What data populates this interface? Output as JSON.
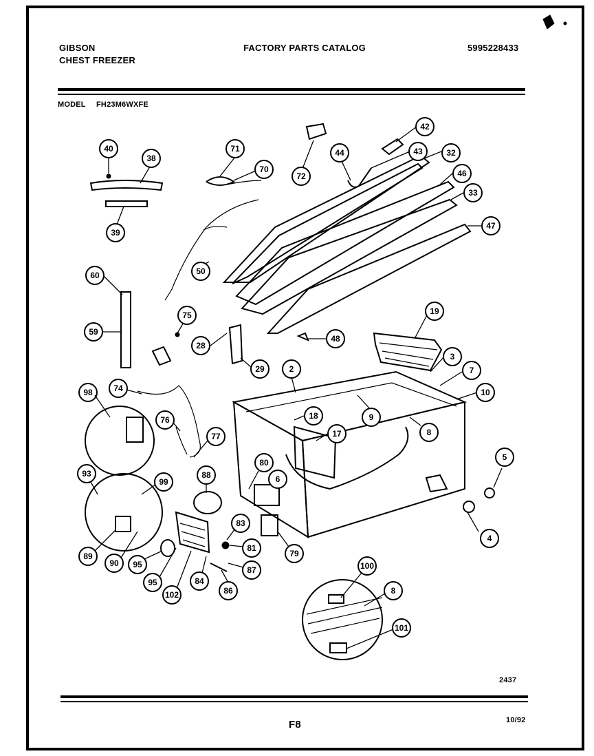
{
  "header": {
    "brand": "GIBSON",
    "product": "CHEST FREEZER",
    "catalog_title": "FACTORY PARTS CATALOG",
    "catalog_number": "5995228433",
    "model_label": "MODEL",
    "model_number": "FH23M6WXFE"
  },
  "footer": {
    "drawing_number": "2437",
    "page": "F8",
    "date": "10/92"
  },
  "callouts": [
    "40",
    "38",
    "39",
    "71",
    "70",
    "50",
    "72",
    "44",
    "42",
    "43",
    "32",
    "46",
    "33",
    "47",
    "60",
    "59",
    "75",
    "28",
    "29",
    "48",
    "19",
    "3",
    "7",
    "10",
    "2",
    "9",
    "8",
    "18",
    "17",
    "98",
    "74",
    "76",
    "77",
    "93",
    "99",
    "88",
    "80",
    "6",
    "89",
    "90",
    "95",
    "95",
    "102",
    "84",
    "83",
    "81",
    "87",
    "86",
    "79",
    "5",
    "4",
    "100",
    "8",
    "101"
  ]
}
